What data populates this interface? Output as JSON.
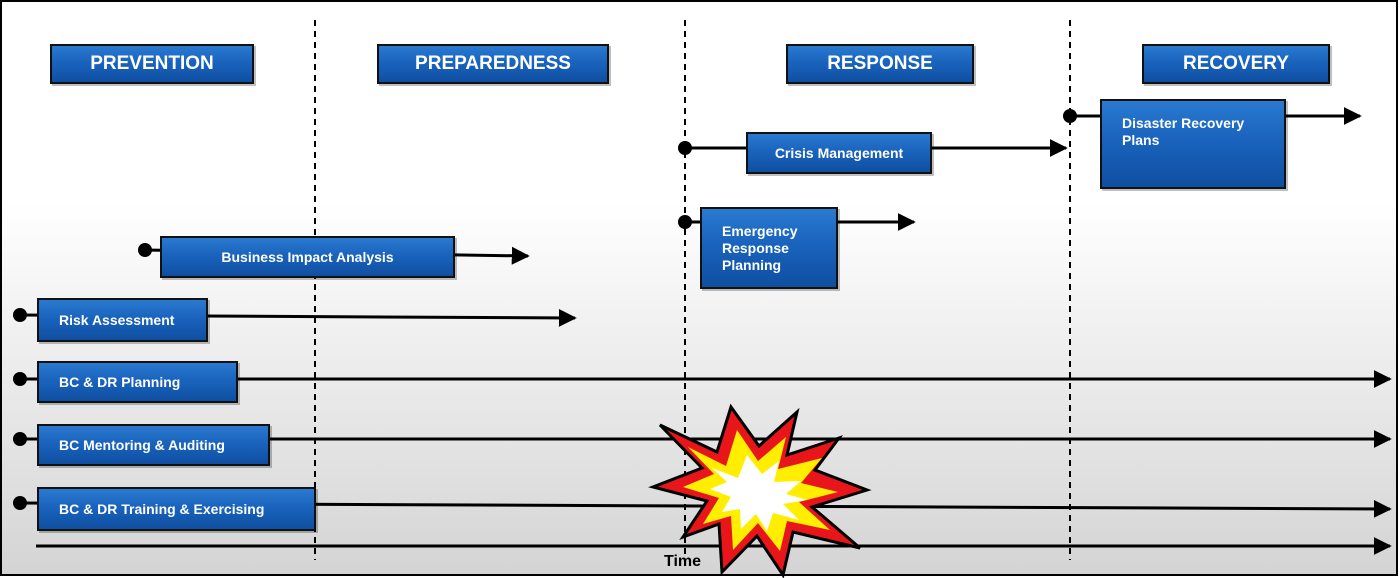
{
  "phases": [
    "PREVENTION",
    "PREPAREDNESS",
    "RESPONSE",
    "RECOVERY"
  ],
  "tasks": {
    "crisis_management": "Crisis Management",
    "disaster_recovery_plans": "Disaster Recovery\nPlans",
    "emergency_response_planning": "Emergency\nResponse\nPlanning",
    "business_impact_analysis": "Business Impact Analysis",
    "risk_assessment": "Risk Assessment",
    "bc_dr_planning": "BC & DR Planning",
    "bc_mentoring_auditing": "BC Mentoring & Auditing",
    "bc_dr_training_exercising": "BC & DR Training & Exercising"
  },
  "axis": {
    "time_label": "Time"
  },
  "colors": {
    "box_blue": "#1a63bd",
    "burst_red": "#e8151a",
    "burst_yellow": "#ffee00"
  },
  "icons": {
    "incident": "explosion-burst-icon"
  }
}
